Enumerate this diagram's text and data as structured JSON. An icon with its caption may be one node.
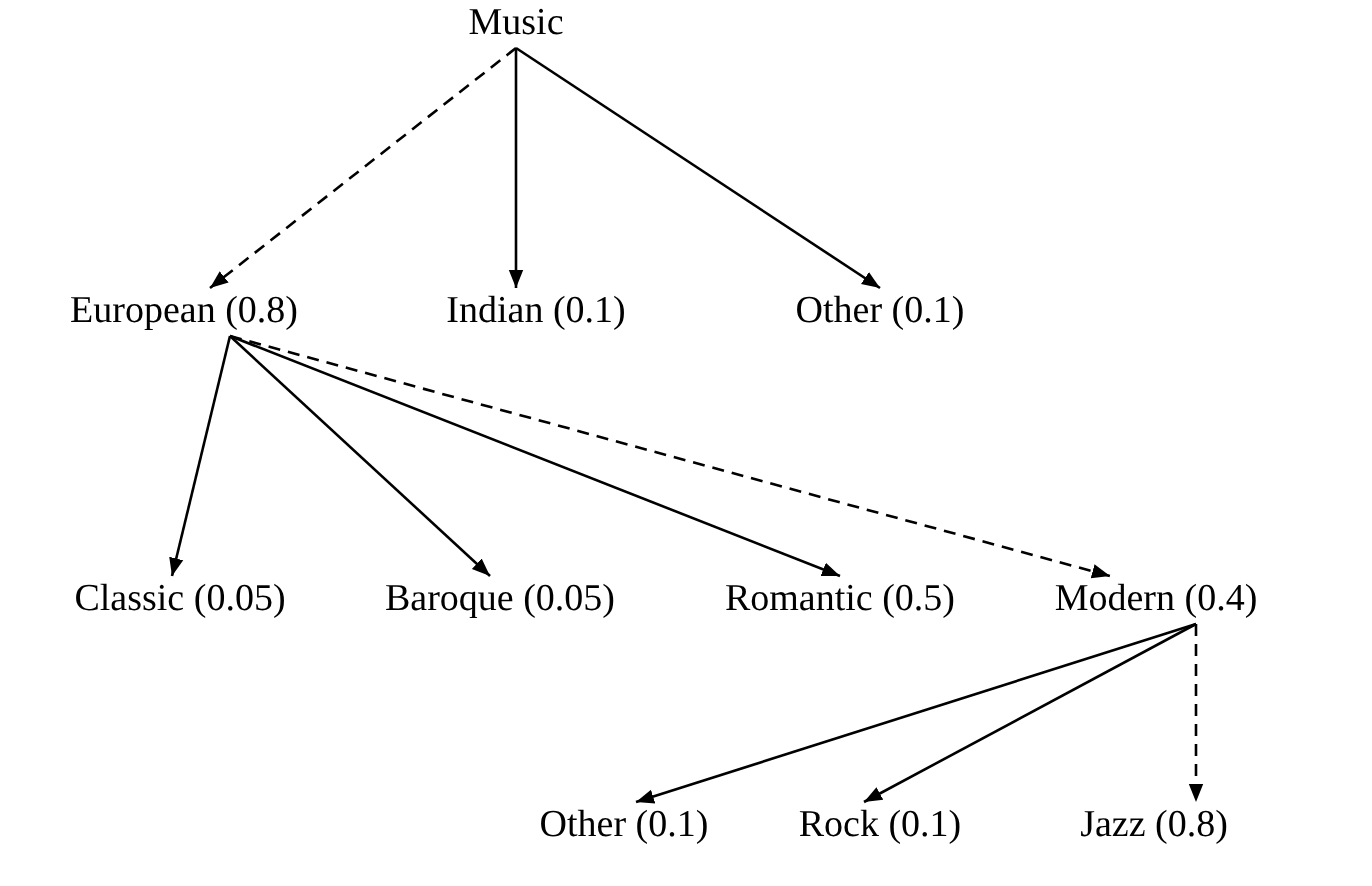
{
  "diagram": {
    "nodes": [
      {
        "text": [
          "Music"
        ]
      },
      {
        "text": [
          "European (0.8)"
        ]
      },
      {
        "text": [
          "Indian (0.1)"
        ]
      },
      {
        "text": [
          "Other (0.1)"
        ]
      },
      {
        "text": [
          "Classic (0.05)"
        ]
      },
      {
        "text": [
          "Baroque (0.05)"
        ]
      },
      {
        "text": [
          "Romantic (0.5)"
        ]
      },
      {
        "text": [
          "Modern (0.4)"
        ]
      },
      {
        "text": [
          "Other (0.1)"
        ]
      },
      {
        "text": [
          "Rock (0.1)"
        ]
      },
      {
        "text": [
          "Jazz (0.8)"
        ]
      }
    ],
    "edges": [
      {
        "from": 0,
        "to": 1,
        "arrow": "to",
        "style": "dashed"
      },
      {
        "from": 0,
        "to": 2,
        "arrow": "to"
      },
      {
        "from": 0,
        "to": 3,
        "arrow": "to"
      },
      {
        "from": 1,
        "to": 4,
        "arrow": "to"
      },
      {
        "from": 1,
        "to": 5,
        "arrow": "to"
      },
      {
        "from": 1,
        "to": 6,
        "arrow": "to"
      },
      {
        "from": 1,
        "to": 7,
        "arrow": "to",
        "style": "dashed"
      },
      {
        "from": 7,
        "to": 8,
        "arrow": "to"
      },
      {
        "from": 7,
        "to": 9,
        "arrow": "to"
      },
      {
        "from": 7,
        "to": 10,
        "arrow": "to",
        "style": "dashed"
      }
    ]
  }
}
